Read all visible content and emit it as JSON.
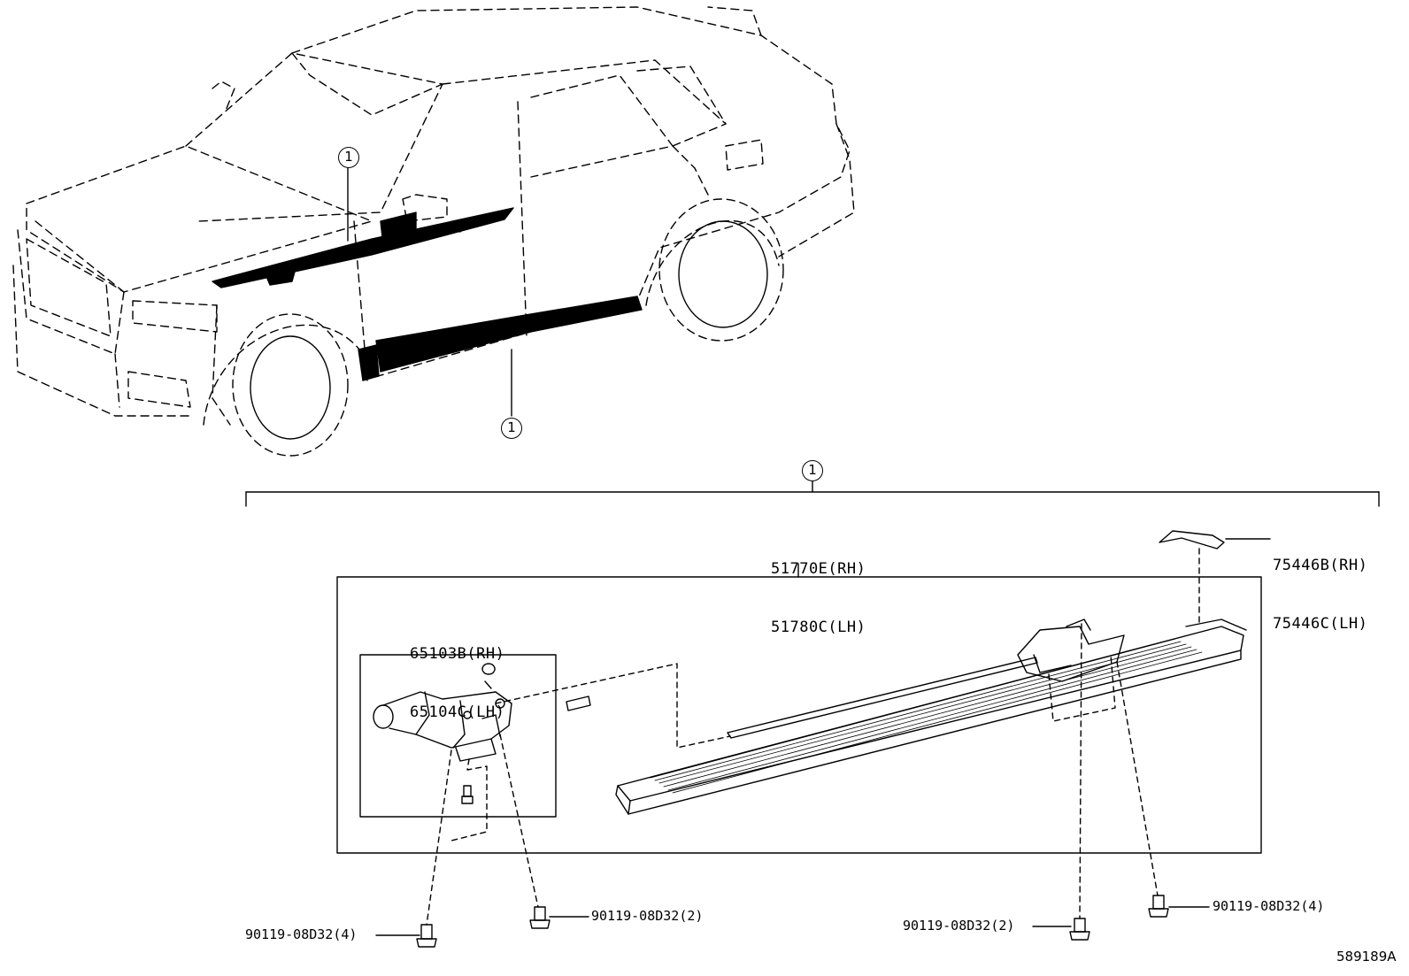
{
  "figure_id": "589189A",
  "callout_ref": "1",
  "parts": {
    "running_board": {
      "rh": "51770E(RH)",
      "lh": "51780C(LH)"
    },
    "end_cap": {
      "rh": "75446B(RH)",
      "lh": "75446C(LH)"
    },
    "bracket": {
      "rh": "65103B(RH)",
      "lh": "65104C(LH)"
    },
    "bolt_front_outer": "90119-08D32(4)",
    "bolt_front_inner": "90119-08D32(2)",
    "bolt_rear_inner": "90119-08D32(2)",
    "bolt_rear_outer": "90119-08D32(4)"
  },
  "colors": {
    "line": "#000000",
    "background": "#ffffff"
  }
}
